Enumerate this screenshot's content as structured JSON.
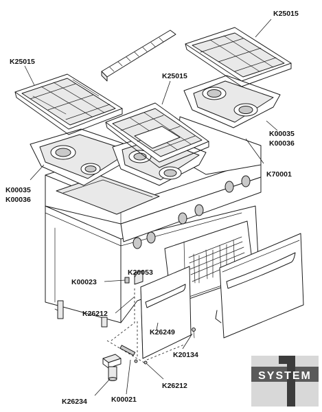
{
  "labels": {
    "k25015_a": "K25015",
    "k25015_b": "K25015",
    "k25015_c": "K25015",
    "k00035_a": "K00035",
    "k00036_a": "K00036",
    "k00035_b": "K00035",
    "k00036_b": "K00036",
    "k70001": "K70001",
    "k20053": "K20053",
    "k00023": "K00023",
    "k26212_a": "K26212",
    "k26249": "K26249",
    "k20134": "K20134",
    "k26212_b": "K26212",
    "k26234": "K26234",
    "k00021": "K00021"
  },
  "logo": {
    "text": "SYSTEM",
    "colors": {
      "dark": "#5a5a5a",
      "light": "#d8d8d8",
      "accent": "#3c3c3c"
    }
  }
}
